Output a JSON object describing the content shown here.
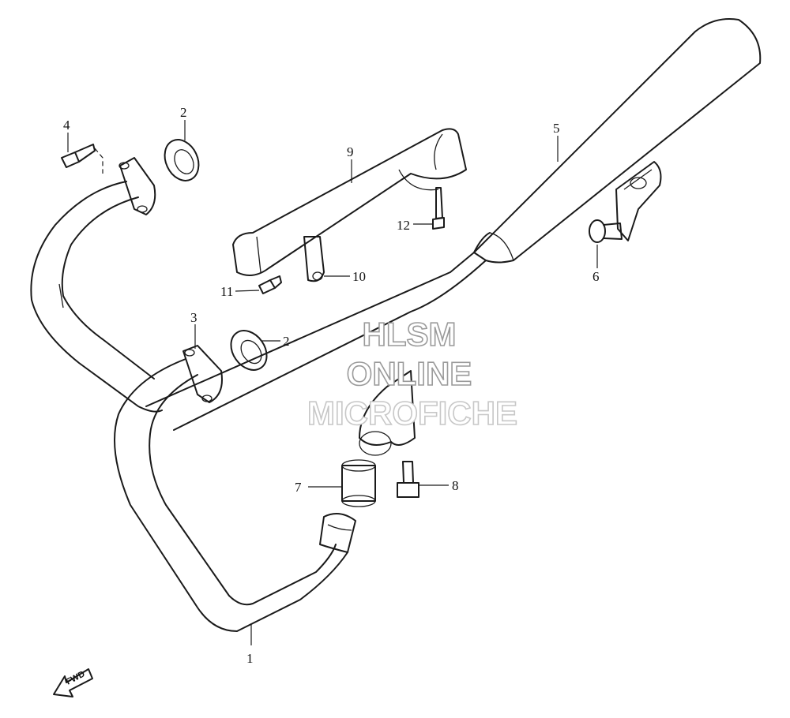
{
  "callouts": [
    {
      "id": "1",
      "label": "1"
    },
    {
      "id": "2a",
      "label": "2"
    },
    {
      "id": "2b",
      "label": "2"
    },
    {
      "id": "3",
      "label": "3"
    },
    {
      "id": "4",
      "label": "4"
    },
    {
      "id": "5",
      "label": "5"
    },
    {
      "id": "6",
      "label": "6"
    },
    {
      "id": "7",
      "label": "7"
    },
    {
      "id": "8",
      "label": "8"
    },
    {
      "id": "9",
      "label": "9"
    },
    {
      "id": "10",
      "label": "10"
    },
    {
      "id": "11",
      "label": "11"
    },
    {
      "id": "12",
      "label": "12"
    }
  ],
  "watermark": {
    "line1": "HLSM",
    "line2": "ONLINE",
    "line3": "MICROFICHE"
  },
  "fwd_label": "FWD"
}
